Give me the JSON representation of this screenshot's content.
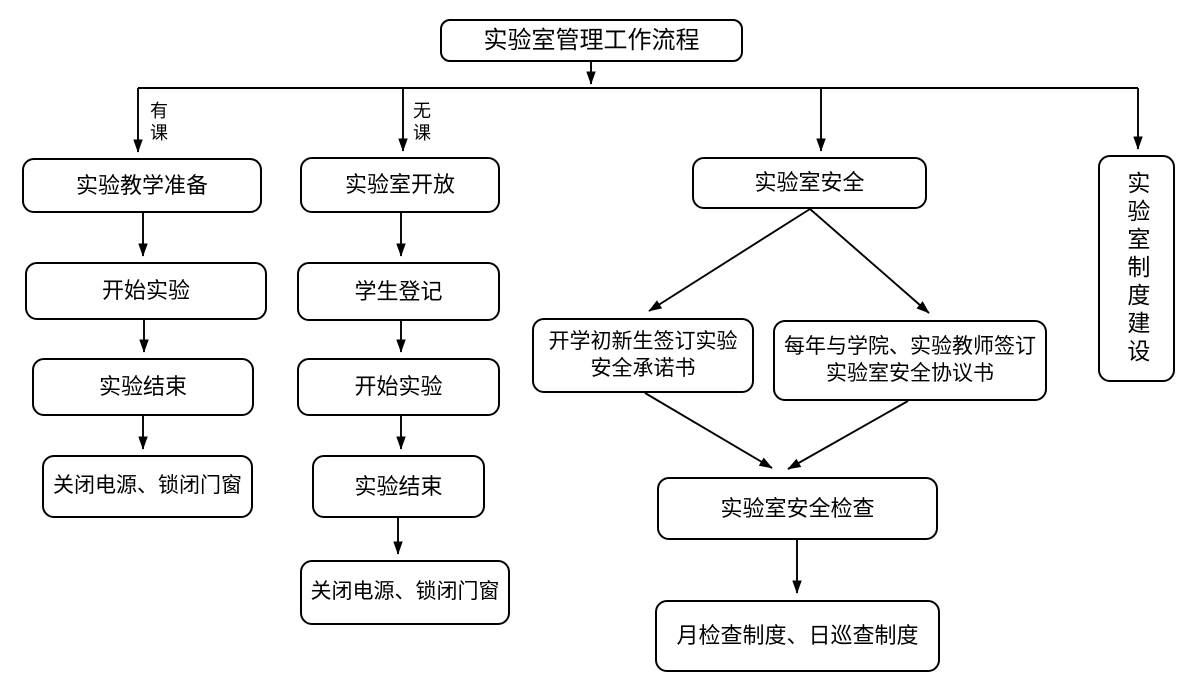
{
  "diagram": {
    "title": "实验室管理工作流程",
    "branch_labels": {
      "with_class": "有课",
      "no_class": "无课"
    },
    "teaching_flow": {
      "steps": [
        "实验教学准备",
        "开始实验",
        "实验结束",
        "关闭电源、锁闭门窗"
      ]
    },
    "open_lab_flow": {
      "steps": [
        "实验室开放",
        "学生登记",
        "开始实验",
        "实验结束",
        "关闭电源、锁闭门窗"
      ]
    },
    "safety_flow": {
      "root": "实验室安全",
      "branch_left": "开学初新生签订实验安全承诺书",
      "branch_right": "每年与学院、实验教师签订实验室安全协议书",
      "merge": "实验室安全检查",
      "final": "月检查制度、日巡查制度"
    },
    "system_flow": {
      "label": "实验室制度建设"
    },
    "colors": {
      "line": "#000000",
      "background": "#ffffff",
      "box_fill": "#ffffff"
    }
  }
}
